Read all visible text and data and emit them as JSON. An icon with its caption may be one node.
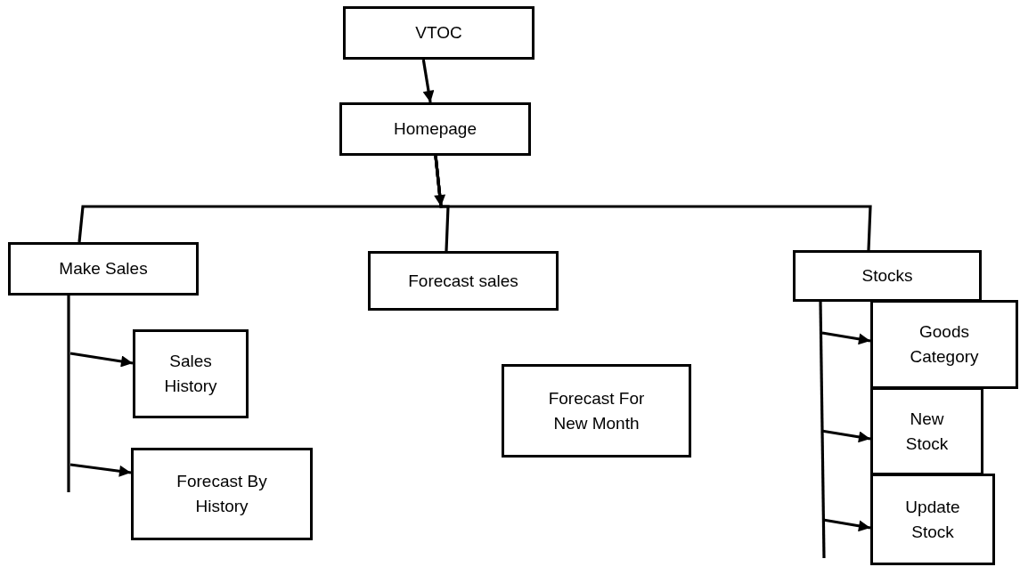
{
  "diagram": {
    "nodes": [
      {
        "text": [
          "VTOC"
        ]
      },
      {
        "text": [
          "Homepage"
        ]
      },
      {
        "text": [
          "Make Sales"
        ]
      },
      {
        "text": [
          "Forecast sales"
        ]
      },
      {
        "text": [
          "Stocks"
        ]
      },
      {
        "text": [
          "Sales History"
        ]
      },
      {
        "text": [
          "Forecast By History"
        ]
      },
      {
        "text": [
          "Forecast For New Month"
        ]
      },
      {
        "text": [
          "Goods Category"
        ]
      },
      {
        "text": [
          "New Stock"
        ]
      },
      {
        "text": [
          "Update Stock"
        ]
      }
    ],
    "edges": [
      {
        "from": 0,
        "to": 1,
        "arrow": "to"
      },
      {
        "from": 1,
        "to": null,
        "arrow": "to"
      },
      {
        "from": 1,
        "to": 2,
        "arrow": "none"
      },
      {
        "from": 1,
        "to": 3,
        "arrow": "none"
      },
      {
        "from": 1,
        "to": 4,
        "arrow": "none"
      },
      {
        "from": 2,
        "to": 5,
        "arrow": "to"
      },
      {
        "from": 2,
        "to": 6,
        "arrow": "to"
      },
      {
        "from": 4,
        "to": 8,
        "arrow": "to"
      },
      {
        "from": 4,
        "to": 9,
        "arrow": "to"
      },
      {
        "from": 4,
        "to": 10,
        "arrow": "to"
      }
    ]
  }
}
